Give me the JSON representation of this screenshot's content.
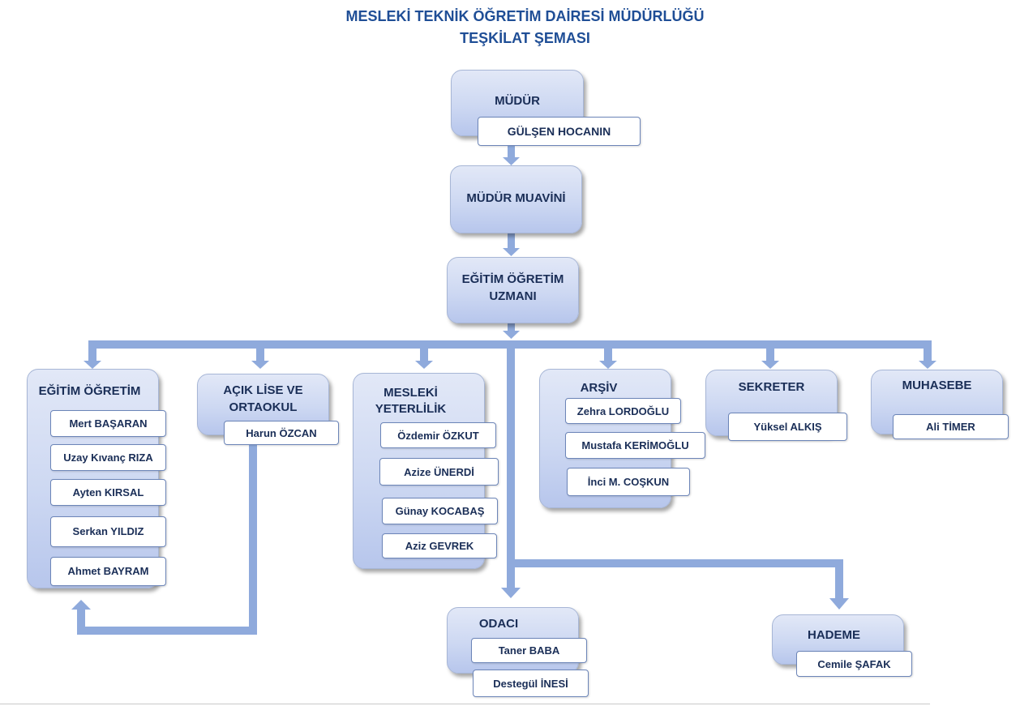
{
  "title": {
    "line1": "MESLEKİ TEKNİK ÖĞRETİM DAİRESİ MÜDÜRLÜĞÜ",
    "line2": "TEŞKİLAT ŞEMASI"
  },
  "colors": {
    "title": "#1f4e96",
    "box_fill": "#cdd8f2",
    "connector": "#8faadc",
    "text": "#1a2e57"
  },
  "mudur": {
    "label": "MÜDÜR",
    "name": "GÜLŞEN HOCANIN"
  },
  "muavin": {
    "label": "MÜDÜR MUAVİNİ"
  },
  "uzman": {
    "label_line1": "EĞİTİM ÖĞRETİM",
    "label_line2": "UZMANI"
  },
  "egitim": {
    "label": "EĞİTİM ÖĞRETİM",
    "members": [
      "Mert BAŞARAN",
      "Uzay Kıvanç RIZA",
      "Ayten KIRSAL",
      "Serkan YILDIZ",
      "Ahmet BAYRAM"
    ]
  },
  "acik_lise": {
    "label_line1": "AÇIK LİSE VE",
    "label_line2": "ORTAOKUL",
    "members": [
      "Harun ÖZCAN"
    ]
  },
  "mesleki": {
    "label_line1": "MESLEKİ",
    "label_line2": "YETERLİLİK",
    "members": [
      "Özdemir ÖZKUT",
      "Azize ÜNERDİ",
      "Günay KOCABAŞ",
      "Aziz GEVREK"
    ]
  },
  "arsiv": {
    "label": "ARŞİV",
    "members": [
      "Zehra LORDOĞLU",
      "Mustafa KERİMOĞLU",
      "İnci M. COŞKUN"
    ]
  },
  "sekreter": {
    "label": "SEKRETER",
    "members": [
      "Yüksel ALKIŞ"
    ]
  },
  "muhasebe": {
    "label": "MUHASEBE",
    "members": [
      "Ali TİMER"
    ]
  },
  "odaci": {
    "label": "ODACI",
    "members": [
      "Taner BABA",
      "Destegül İNESİ"
    ]
  },
  "hademe": {
    "label": "HADEME",
    "members": [
      "Cemile ŞAFAK"
    ]
  }
}
